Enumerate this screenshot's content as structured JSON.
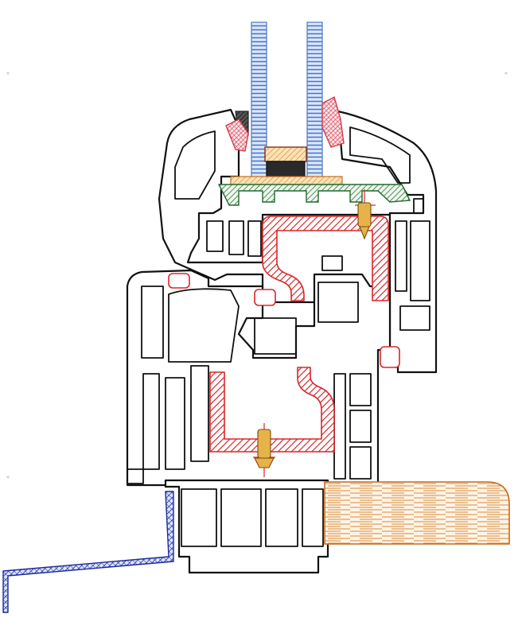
{
  "diagram": {
    "type": "window-profile-cross-section",
    "components": [
      {
        "id": "glass-pane-left",
        "icon": "glass-pane"
      },
      {
        "id": "glass-pane-right",
        "icon": "glass-pane"
      },
      {
        "id": "glass-spacer",
        "icon": "spacer"
      },
      {
        "id": "sash-profile",
        "icon": "pvc-chamber-profile"
      },
      {
        "id": "frame-profile",
        "icon": "pvc-chamber-profile"
      },
      {
        "id": "sash-reinforcement",
        "icon": "steel-reinforcement"
      },
      {
        "id": "frame-reinforcement",
        "icon": "steel-reinforcement"
      },
      {
        "id": "glazing-bead",
        "icon": "glazing-bead"
      },
      {
        "id": "sealing-gaskets",
        "icon": "gasket"
      },
      {
        "id": "fixing-screws",
        "icon": "screw"
      },
      {
        "id": "base-profile",
        "icon": "pvc-chamber-profile"
      },
      {
        "id": "window-sill-board",
        "icon": "wood-sill"
      },
      {
        "id": "drip-flashing",
        "icon": "metal-flashing"
      }
    ],
    "colors": {
      "outline": "#111111",
      "reinforcement": "#d8262a",
      "glass": "#4a78c8",
      "gasket": "#d23a4a",
      "bead": "#1f6b2a",
      "pad": "#e8a040",
      "wood": "#c46a1a",
      "flashing": "#1a2a9a"
    }
  }
}
